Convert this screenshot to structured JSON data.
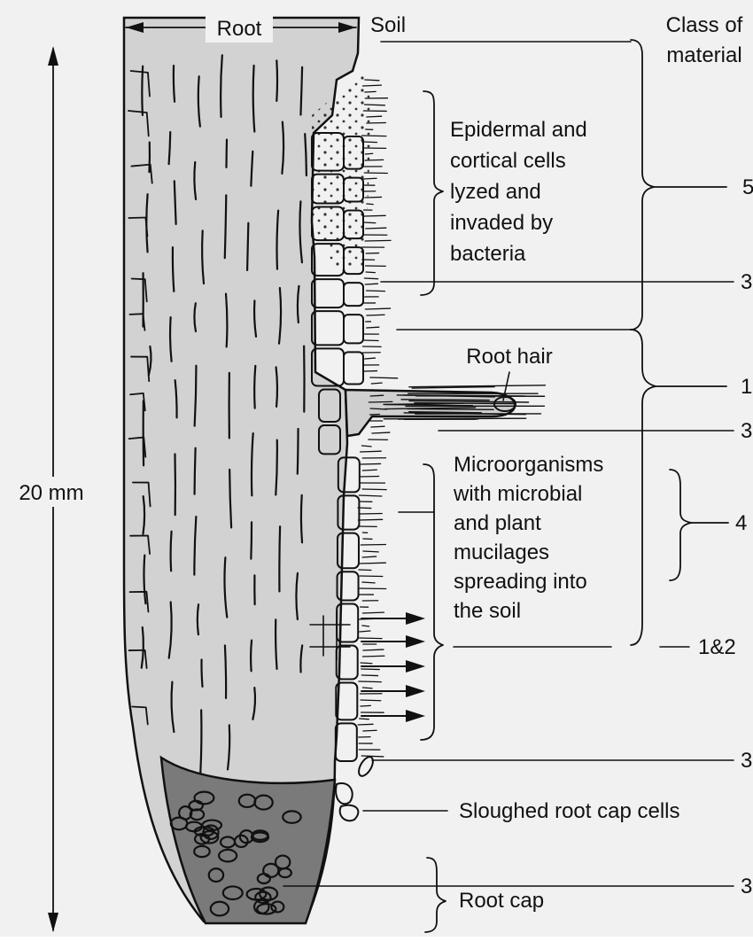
{
  "header": {
    "root": "Root",
    "soil": "Soil",
    "class_line1": "Class of",
    "class_line2": "material"
  },
  "scale": {
    "length": "20 mm"
  },
  "annotations": {
    "epidermal": [
      "Epidermal and",
      "cortical cells",
      "lyzed and",
      "invaded by",
      "bacteria"
    ],
    "root_hair": "Root hair",
    "microorganisms": [
      "Microorganisms",
      "with microbial",
      "and plant",
      "mucilages",
      "spreading into",
      "the soil"
    ],
    "sloughed": "Sloughed root cap cells",
    "root_cap": "Root cap"
  },
  "classes": {
    "c5": "5",
    "c3a": "3",
    "c1": "1",
    "c3b": "3",
    "c4": "4",
    "c12": "1&2",
    "c3c": "3",
    "c3d": "3"
  }
}
